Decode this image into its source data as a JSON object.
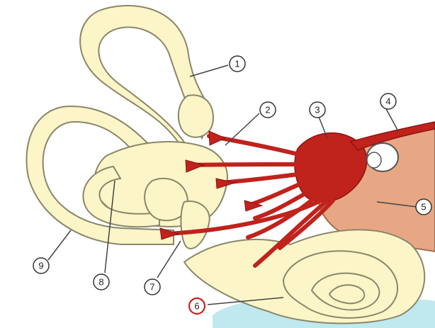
{
  "colors": {
    "bone": "#fbf5c8",
    "bone_outline": "#8a876a",
    "nerve": "#c0221c",
    "nerve_dark": "#8e1410",
    "duct": "#e8a784",
    "fluid": "#bfe9ee",
    "label_ink": "#333333",
    "highlight_ring": "#cc2020"
  },
  "labels": [
    {
      "key": "1",
      "text": "1"
    },
    {
      "key": "2",
      "text": "2"
    },
    {
      "key": "3",
      "text": "3"
    },
    {
      "key": "4",
      "text": "4"
    },
    {
      "key": "5",
      "text": "5"
    },
    {
      "key": "6",
      "text": "6"
    },
    {
      "key": "7",
      "text": "7"
    },
    {
      "key": "8",
      "text": "8"
    },
    {
      "key": "9",
      "text": "9"
    }
  ]
}
